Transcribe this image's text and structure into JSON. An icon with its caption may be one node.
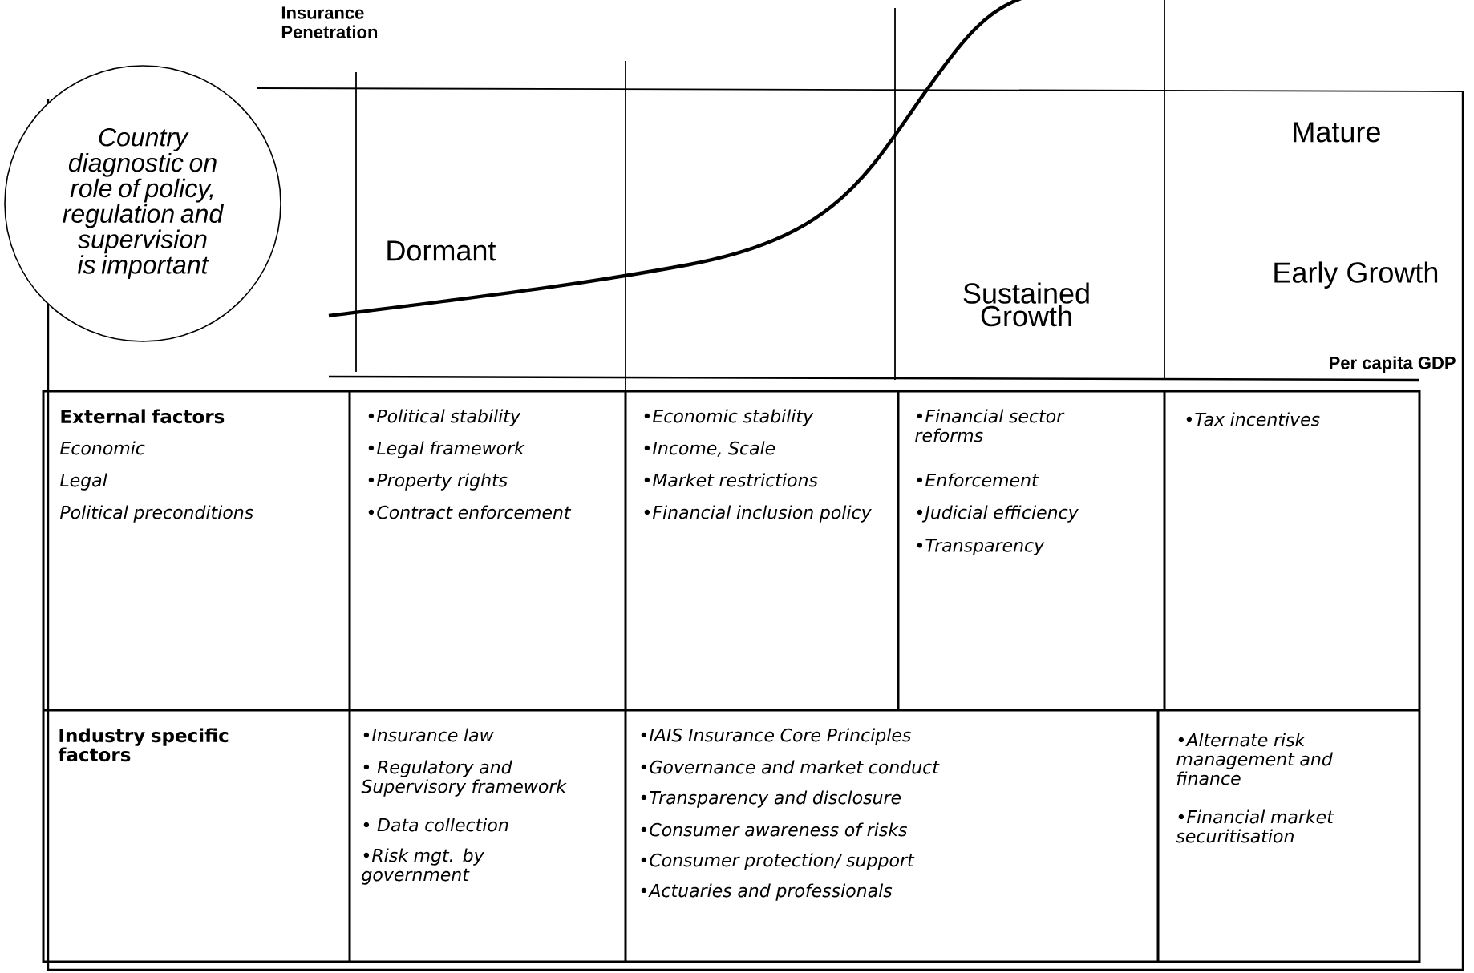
{
  "diagram": {
    "nodes": [
      {
        "text": [
          "Country diagnostic on role of policy, regulation and supervision is important"
        ]
      }
    ],
    "labels": [
      "Insurance Penetration",
      "Mature",
      "Dormant",
      "Early Growth",
      "Sustained Growth",
      "Per capita GDP",
      "External factors",
      "Economic",
      "Legal",
      "Political preconditions",
      "•Political stability",
      "•Legal framework",
      "•Property rights",
      "•Contract enforcement",
      "•Economic stability",
      "•Income, Scale",
      "•Market restrictions",
      "•Financial inclusion policy",
      "•Financial sector reforms",
      "•Enforcement",
      "•Judicial efficiency",
      "•Transparency",
      "•Tax incentives",
      "Industry specific factors",
      "•Insurance law",
      "• Regulatory and Supervisory framework",
      "• Data collection",
      "•Risk mgt. by government",
      "•IAIS Insurance Core Principles",
      "•Governance and market conduct",
      "•Transparency and disclosure",
      "•Consumer awareness of risks",
      "•Consumer protection/ support",
      "•Actuaries and professionals",
      "•Alternate risk management and finance",
      "•Financial market securitisation"
    ]
  }
}
